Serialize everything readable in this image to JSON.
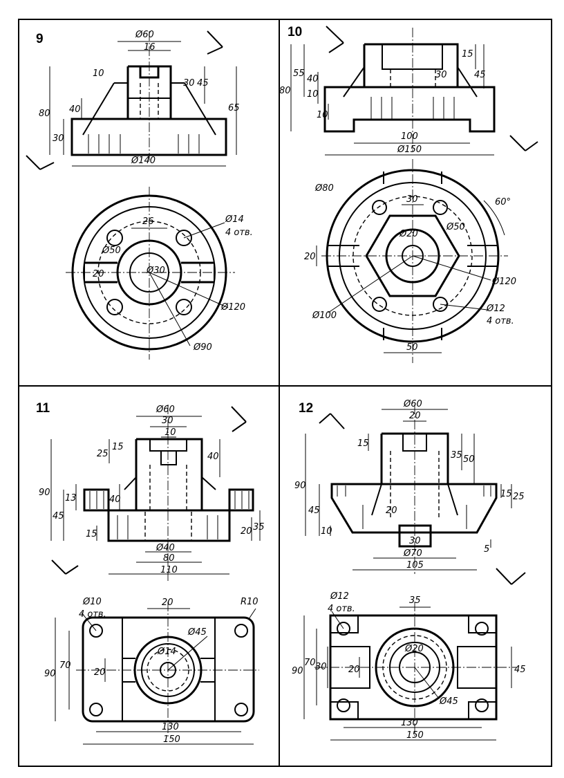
{
  "panels": [
    {
      "number": "9",
      "front_view_dims": [
        "Ø60",
        "16",
        "10",
        "30",
        "45",
        "65",
        "80",
        "40",
        "30",
        "Ø140"
      ],
      "top_view_dims": [
        "26",
        "Ø14",
        "4 отв.",
        "Ø30",
        "Ø50",
        "20",
        "Ø120",
        "Ø90"
      ]
    },
    {
      "number": "10",
      "front_view_dims": [
        "15",
        "45",
        "30",
        "55",
        "80",
        "40",
        "10",
        "10",
        "100",
        "Ø150"
      ],
      "top_view_dims": [
        "Ø80",
        "30",
        "Ø20",
        "Ø50",
        "60°",
        "20",
        "Ø120",
        "Ø100",
        "Ø12",
        "4 отв.",
        "50"
      ]
    },
    {
      "number": "11",
      "front_view_dims": [
        "Ø60",
        "30",
        "10",
        "25",
        "15",
        "40",
        "90",
        "13",
        "40",
        "45",
        "15",
        "Ø40",
        "80",
        "110",
        "20",
        "35"
      ],
      "top_view_dims": [
        "Ø10",
        "4 отв.",
        "20",
        "R10",
        "Ø45",
        "Ø14",
        "90",
        "70",
        "20",
        "130",
        "150"
      ]
    },
    {
      "number": "12",
      "front_view_dims": [
        "Ø60",
        "20",
        "15",
        "35",
        "50",
        "90",
        "45",
        "20",
        "10",
        "30",
        "Ø70",
        "105",
        "15",
        "25",
        "5"
      ],
      "top_view_dims": [
        "Ø12",
        "4 отв.",
        "35",
        "Ø20",
        "90",
        "70",
        "30",
        "20",
        "Ø45",
        "45",
        "130",
        "150"
      ]
    }
  ]
}
